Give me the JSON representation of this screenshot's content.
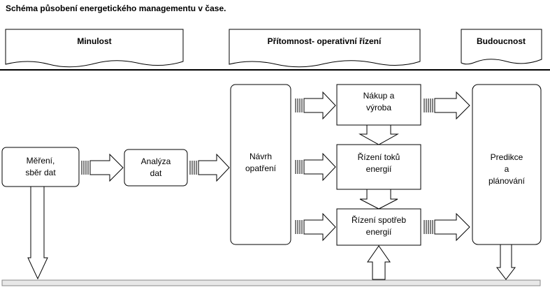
{
  "title": "Schéma působení energetického managementu v čase.",
  "periods": {
    "past": "Minulost",
    "present": "Přítomnost- operativní řízení",
    "future": "Budoucnost"
  },
  "nodes": {
    "measure": [
      "Měření,",
      "sběr dat"
    ],
    "analysis": [
      "Analýza",
      "dat"
    ],
    "design": [
      "Návrh",
      "opatření"
    ],
    "purchase": [
      "Nákup a",
      "výroba"
    ],
    "flow": [
      "Řízení toků",
      "energií"
    ],
    "consumption": [
      "Řízení spotřeb",
      "energií"
    ],
    "prediction": [
      "Predikce",
      "a",
      "plánování"
    ]
  },
  "colors": {
    "line": "#000000",
    "bar_fill": "#e8e8e8",
    "background": "#ffffff"
  }
}
